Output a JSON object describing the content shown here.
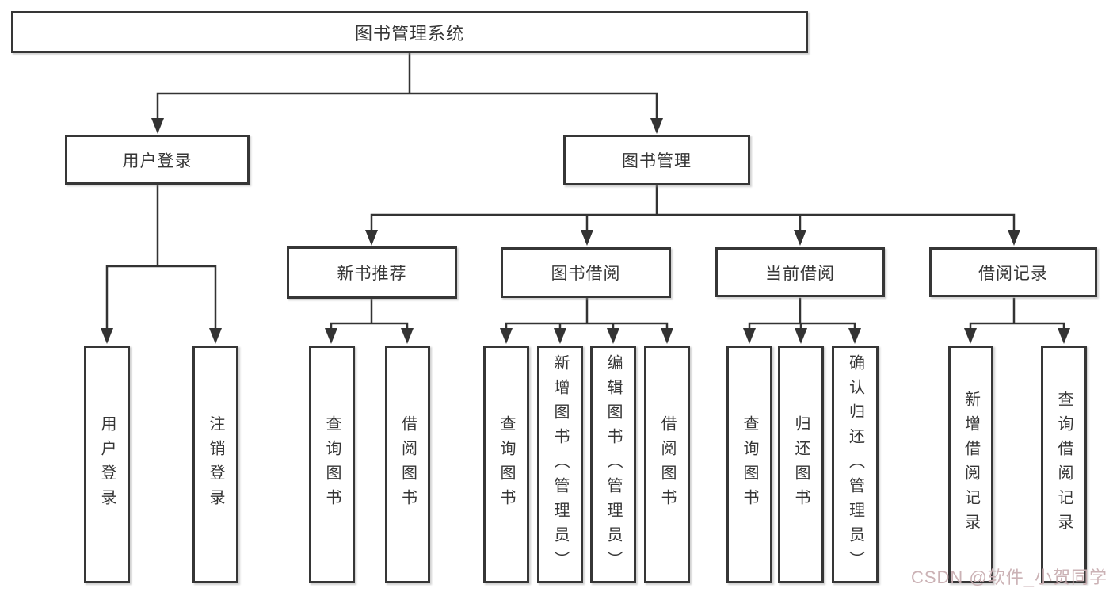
{
  "tree": {
    "root": {
      "label": "图书管理系统",
      "children": [
        {
          "label": "用户登录",
          "children": [
            {
              "label": "用户登录"
            },
            {
              "label": "注销登录"
            }
          ]
        },
        {
          "label": "图书管理",
          "children": [
            {
              "label": "新书推荐",
              "children": [
                {
                  "label": "查询图书"
                },
                {
                  "label": "借阅图书"
                }
              ]
            },
            {
              "label": "图书借阅",
              "children": [
                {
                  "label": "查询图书"
                },
                {
                  "label": "新增图书（管理员）"
                },
                {
                  "label": "编辑图书（管理员）"
                },
                {
                  "label": "借阅图书"
                }
              ]
            },
            {
              "label": "当前借阅",
              "children": [
                {
                  "label": "查询图书"
                },
                {
                  "label": "归还图书"
                },
                {
                  "label": "确认归还（管理员）"
                }
              ]
            },
            {
              "label": "借阅记录",
              "children": [
                {
                  "label": "新增借阅记录"
                },
                {
                  "label": "查询借阅记录"
                }
              ]
            }
          ]
        }
      ]
    }
  },
  "watermark": {
    "text": "CSDN @软件_小贺同学"
  },
  "colors": {
    "line": "#333333",
    "box_border": "#363636",
    "text": "#363636",
    "background": "#ffffff",
    "watermark": "#c9aeb2"
  }
}
